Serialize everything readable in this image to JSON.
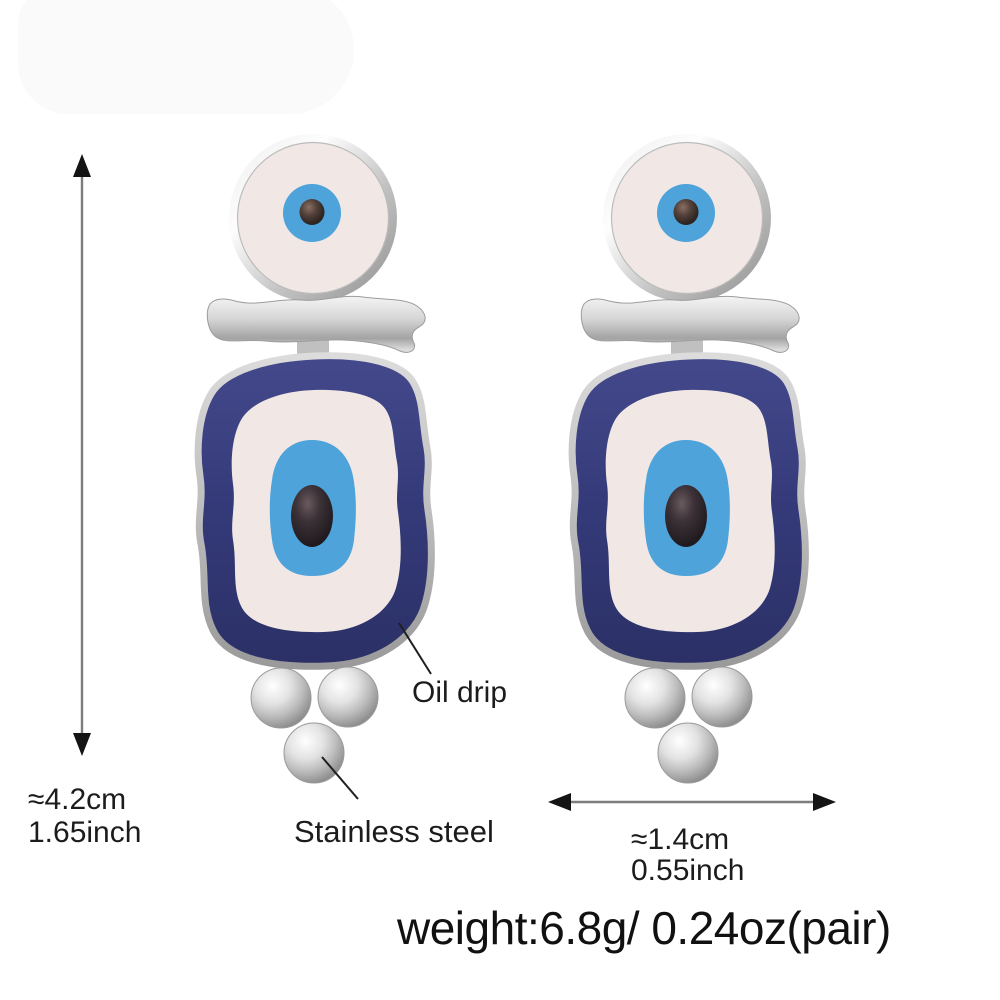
{
  "page": {
    "background": "#ffffff"
  },
  "annotations": {
    "height_cm": "≈4.2cm",
    "height_inch": "1.65inch",
    "width_cm": "≈1.4cm",
    "width_inch": "0.55inch",
    "enamel_label": "Oil drip",
    "material_label": "Stainless steel",
    "weight_label": "weight:6.8g/ 0.24oz(pair)"
  },
  "icons": {
    "vertical_dimension_arrow": "double-headed-arrow-vertical",
    "horizontal_dimension_arrow": "double-headed-arrow-horizontal",
    "enamel_pointer": "leader-line",
    "material_pointer": "leader-line"
  },
  "colors": {
    "background": "#ffffff",
    "text": "#1c1c1c",
    "navy": "#353b7a",
    "blue": "#4da3da",
    "cream": "#f1e8e5",
    "silver": "#c9c9c9",
    "pupil": "#2a2126",
    "arrow_shaft": "#7d7d7d",
    "arrow_head": "#141414"
  }
}
